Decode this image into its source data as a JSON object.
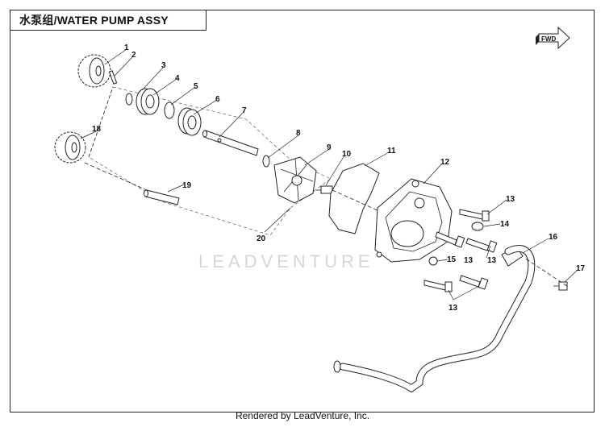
{
  "title": "水泵组/WATER PUMP ASSY",
  "fwd_label": "FWD",
  "watermark": "LEADVENTURE",
  "footer": "Rendered by LeadVenture, Inc.",
  "callouts": [
    "1",
    "2",
    "3",
    "4",
    "5",
    "6",
    "7",
    "8",
    "9",
    "10",
    "11",
    "12",
    "13",
    "13",
    "14",
    "13",
    "15",
    "16",
    "17",
    "13",
    "18",
    "19",
    "20"
  ]
}
